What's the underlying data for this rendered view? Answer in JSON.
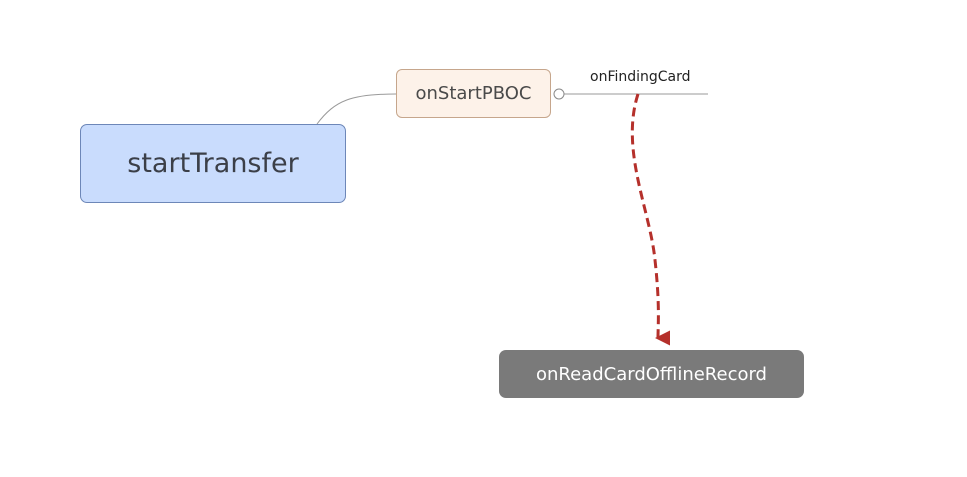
{
  "diagram": {
    "nodes": {
      "root": {
        "label": "startTransfer"
      },
      "topic": {
        "label": "onStartPBOC"
      },
      "subtopic": {
        "label": "onFindingCard"
      },
      "floating": {
        "label": "onReadCardOfflineRecord"
      }
    },
    "relationship": {
      "from": "onFindingCard",
      "to": "onReadCardOfflineRecord",
      "style": "dashed-arrow",
      "color": "#b5302b"
    },
    "colors": {
      "root_fill": "#c9dcfd",
      "topic_fill": "#fdf2e9",
      "floating_fill": "#7a7a7a",
      "connector": "#9a9a9a"
    }
  }
}
